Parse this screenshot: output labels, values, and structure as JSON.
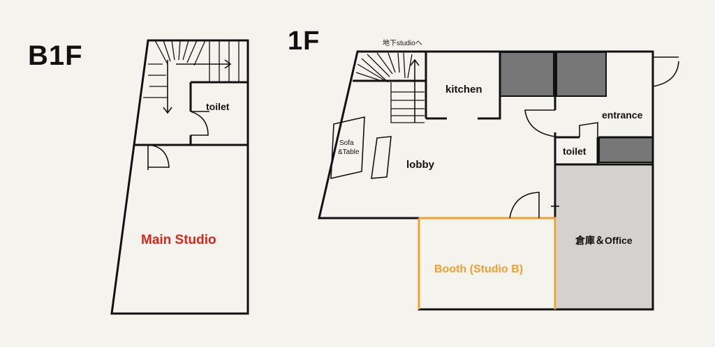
{
  "floors": {
    "b1": {
      "label": "B1F"
    },
    "f1": {
      "label": "1F"
    }
  },
  "rooms": {
    "b1_toilet": "toilet",
    "main_studio": "Main Studio",
    "stair_note": "地下studioへ",
    "kitchen": "kitchen",
    "entrance": "entrance",
    "f1_toilet": "toilet",
    "sofa_line1": "Sofa",
    "sofa_line2": "&Table",
    "lobby": "lobby",
    "booth": "Booth (Studio B)",
    "storage_office": "倉庫＆Office"
  },
  "colors": {
    "wall": "#111111",
    "background": "#f5f3ee",
    "main_studio_text": "#d9261c",
    "booth_outline": "#f0a030",
    "storage_fill": "#d4d2ce",
    "dark_block": "#777777"
  }
}
